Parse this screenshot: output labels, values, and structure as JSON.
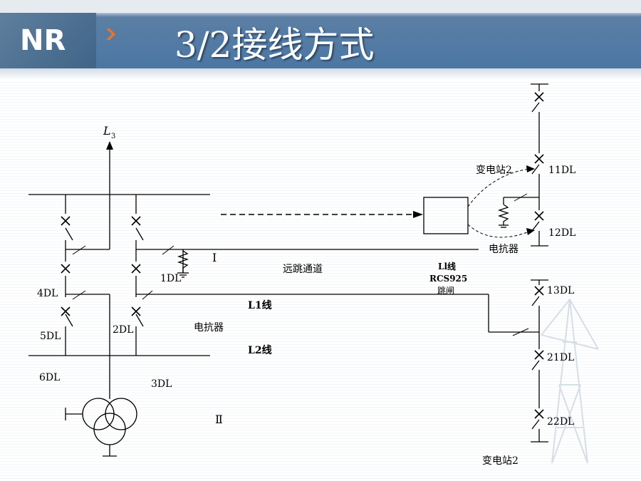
{
  "title": "3/2接线方式",
  "logo_text": "NR",
  "labels": {
    "l3": "L",
    "l3_sub": "3",
    "bus_1": "Ⅰ",
    "bus_2": "Ⅱ",
    "dl1": "1DL",
    "dl2": "2DL",
    "dl3": "3DL",
    "dl4": "4DL",
    "dl5": "5DL",
    "dl6": "6DL",
    "dl11": "11DL",
    "dl12": "12DL",
    "dl13": "13DL",
    "dl21": "21DL",
    "dl22": "22DL",
    "remote_trip_channel": "远跳通道",
    "l1_line": "L1线",
    "l2_line": "L2线",
    "reactor_left": "电抗器",
    "reactor_right": "电抗器",
    "substation2_top": "变电站2",
    "substation2_bottom": "变电站2",
    "rcs_line": "Ll线",
    "rcs_model": "RCS925",
    "rcs_trip": "跳闸"
  },
  "colors": {
    "header": "#4a76a4",
    "title_text": "#ffffff",
    "line": "#000000"
  }
}
